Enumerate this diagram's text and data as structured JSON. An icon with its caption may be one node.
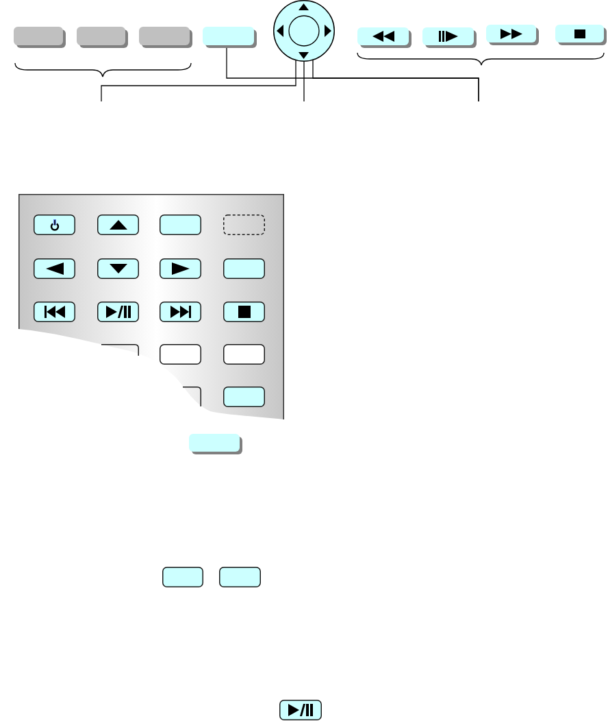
{
  "diagram": {
    "nodes": [
      {
        "text": [],
        "shape": "box"
      },
      {
        "text": [],
        "shape": "box"
      },
      {
        "text": [],
        "shape": "box"
      },
      {
        "text": [],
        "shape": "box"
      },
      {
        "text": [],
        "shape": "circle"
      },
      {
        "text": [],
        "shape": "box"
      },
      {
        "text": [],
        "shape": "box"
      },
      {
        "text": [],
        "shape": "box"
      },
      {
        "text": [],
        "shape": "box"
      },
      {
        "text": [],
        "shape": "box"
      },
      {
        "text": [],
        "shape": "box",
        "in": 9
      },
      {
        "text": [],
        "shape": "box",
        "in": 9
      },
      {
        "text": [],
        "shape": "box",
        "in": 9
      },
      {
        "text": [],
        "shape": "box",
        "in": 9
      },
      {
        "text": [],
        "shape": "box",
        "in": 9
      },
      {
        "text": [],
        "shape": "box",
        "in": 9
      },
      {
        "text": [],
        "shape": "box",
        "in": 9
      },
      {
        "text": [],
        "shape": "box",
        "in": 9
      },
      {
        "text": [],
        "shape": "box",
        "in": 9
      },
      {
        "text": [],
        "shape": "box",
        "in": 9
      },
      {
        "text": [],
        "shape": "box",
        "in": 9
      },
      {
        "text": [],
        "shape": "box",
        "in": 9
      },
      {
        "text": [],
        "shape": "box",
        "in": 9
      },
      {
        "text": [],
        "shape": "box",
        "in": 9
      },
      {
        "text": [],
        "shape": "box",
        "in": 9
      },
      {
        "text": [],
        "shape": "box",
        "in": 9
      },
      {
        "text": [],
        "shape": "box",
        "in": 9
      },
      {
        "text": [],
        "shape": "box"
      },
      {
        "text": [],
        "shape": "box"
      },
      {
        "text": [],
        "shape": "box"
      },
      {
        "text": [],
        "shape": "box"
      }
    ],
    "edges": [
      {
        "from": 4,
        "to": null,
        "arrow": "none"
      },
      {
        "from": 4,
        "to": null,
        "arrow": "none"
      },
      {
        "from": 4,
        "to": null,
        "arrow": "none"
      },
      {
        "from": 3,
        "to": null,
        "arrow": "none"
      }
    ]
  }
}
